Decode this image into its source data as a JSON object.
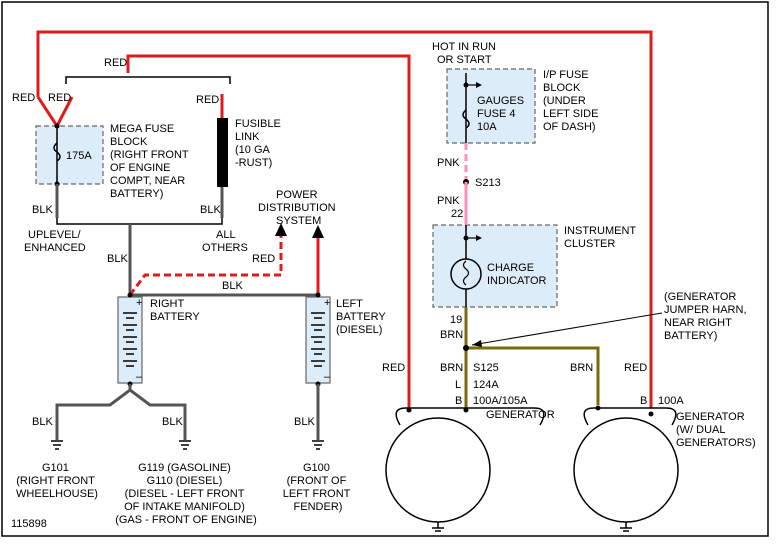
{
  "figure_id": "115898",
  "labels": {
    "red_top": "RED",
    "red_left_outer": "RED",
    "red_left_inner": "RED",
    "red_fusible": "RED",
    "mega_fuse_rating": "175A",
    "mega_fuse_block": [
      "MEGA FUSE",
      "BLOCK",
      "(RIGHT FRONT",
      "OF ENGINE",
      "COMPT, NEAR",
      "BATTERY)"
    ],
    "fusible_link": [
      "FUSIBLE",
      "LINK",
      "(10 GA",
      "-RUST)"
    ],
    "blk_mega": "BLK",
    "blk_fusible": "BLK",
    "uplevel": [
      "UPLEVEL/",
      "ENHANCED"
    ],
    "all_others": [
      "ALL",
      "OTHERS"
    ],
    "power_distribution": [
      "POWER",
      "DISTRIBUTION",
      "SYSTEM"
    ],
    "red_pds": "RED",
    "blk_right_batt_top": "BLK",
    "blk_between": "BLK",
    "right_battery": [
      "RIGHT",
      "BATTERY"
    ],
    "left_battery": [
      "LEFT",
      "BATTERY",
      "(DIESEL)"
    ],
    "blk_g101": "BLK",
    "blk_g119": "BLK",
    "blk_g100": "BLK",
    "g101": [
      "G101",
      "(RIGHT FRONT",
      "WHEELHOUSE)"
    ],
    "g119": [
      "G119 (GASOLINE)",
      "G110 (DIESEL)",
      "(DIESEL - LEFT FRONT",
      "OF INTAKE MANIFOLD)",
      "(GAS - FRONT OF ENGINE)"
    ],
    "g100": [
      "G100",
      "(FRONT OF",
      "LEFT FRONT",
      "FENDER)"
    ],
    "hot_in_run": [
      "HOT IN RUN",
      "OR START"
    ],
    "ip_fuse_block": [
      "I/P FUSE",
      "BLOCK",
      "(UNDER",
      "LEFT SIDE",
      "OF DASH)"
    ],
    "gauges_fuse": [
      "GAUGES",
      "FUSE 4",
      "10A"
    ],
    "pnk_upper": "PNK",
    "s213": "S213",
    "pnk_lower": "PNK",
    "pin_22": "22",
    "instrument_cluster": [
      "INSTRUMENT",
      "CLUSTER"
    ],
    "charge_indicator": [
      "CHARGE",
      "INDICATOR"
    ],
    "pin_19": "19",
    "brn_19": "BRN",
    "generator_jumper": [
      "(GENERATOR",
      "JUMPER HARN,",
      "NEAR RIGHT",
      "BATTERY)"
    ],
    "brn_s125": "BRN",
    "s125": "S125",
    "pin_l": "L",
    "label_124a": "124A",
    "pin_b1": "B",
    "label_100a_105a": "100A/105A",
    "generator1": "GENERATOR",
    "red_gen1": "RED",
    "brn_gen2": "BRN",
    "red_gen2": "RED",
    "pin_b2": "B",
    "label_100a": "100A",
    "generator2": [
      "GENERATOR",
      "(W/ DUAL",
      "GENERATORS)"
    ]
  }
}
